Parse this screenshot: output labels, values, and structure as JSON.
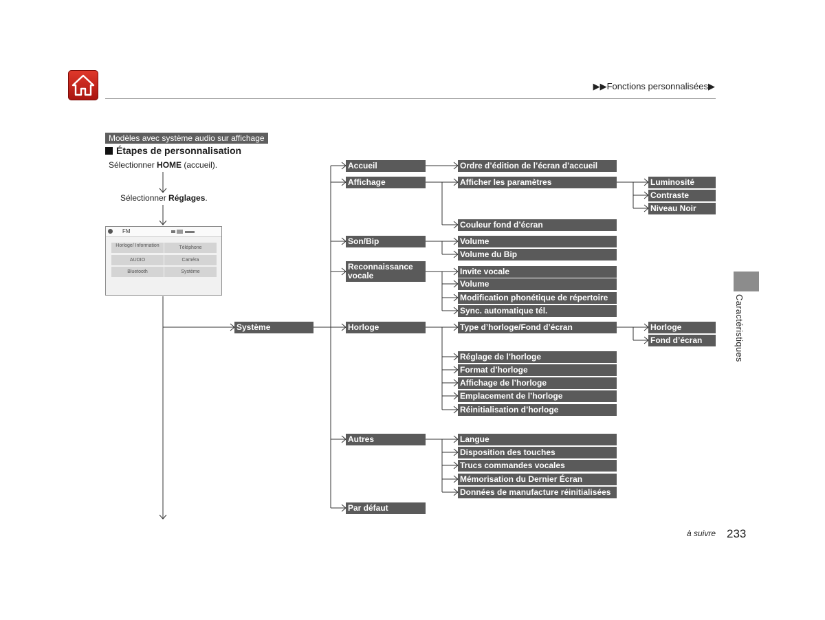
{
  "header": {
    "breadcrumb": "▶▶Fonctions personnalisées▶",
    "home_icon": "home-icon"
  },
  "model_label": "Modèles avec système audio sur affichage",
  "section_title": "Étapes de personnalisation",
  "steps": {
    "step1_prefix": "Sélectionner ",
    "step1_bold": "HOME",
    "step1_suffix": " (accueil).",
    "step2_prefix": "Sélectionner ",
    "step2_bold": "Réglages",
    "step2_suffix": "."
  },
  "screen": {
    "source": "FM",
    "buttons": [
      "Horloge/ Information",
      "Téléphone",
      "AUDIO",
      "Caméra",
      "Bluetooth",
      "Système"
    ]
  },
  "tree": {
    "root": "Système",
    "level1": [
      "Accueil",
      "Affichage",
      "Son/Bip",
      "Reconnaissance vocale",
      "Horloge",
      "Autres",
      "Par défaut"
    ],
    "accueil": [
      "Ordre d’édition de l’écran d’accueil"
    ],
    "affichage": [
      "Afficher les paramètres",
      "Couleur fond d’écran"
    ],
    "affichage_params": [
      "Luminosité",
      "Contraste",
      "Niveau Noir"
    ],
    "son_bip": [
      "Volume",
      "Volume du Bip"
    ],
    "reconnaissance": [
      "Invite vocale",
      "Volume",
      "Modification phonétique de répertoire",
      "Sync. automatique tél."
    ],
    "horloge": [
      "Type d’horloge/Fond d’écran",
      "Réglage de l’horloge",
      "Format d’horloge",
      "Affichage de l’horloge",
      "Emplacement de l’horloge",
      "Réinitialisation d’horloge"
    ],
    "horloge_type": [
      "Horloge",
      "Fond d’écran"
    ],
    "autres": [
      "Langue",
      "Disposition des touches",
      "Trucs commandes vocales",
      "Mémorisation du Dernier Écran",
      "Données de manufacture réinitialisées"
    ]
  },
  "side_tab": "Caractéristiques",
  "footer": {
    "continued": "à suivre",
    "page_number": "233"
  }
}
